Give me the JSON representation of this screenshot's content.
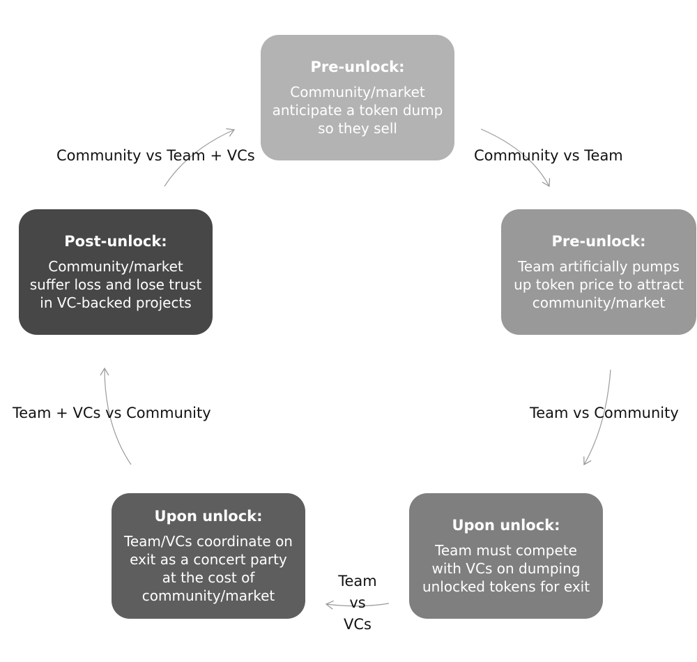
{
  "nodes": [
    {
      "id": "top",
      "title": "Pre-unlock:",
      "body": "Community/market anticipate a token dump so they sell",
      "fill": "#b3b3b3"
    },
    {
      "id": "right",
      "title": "Pre-unlock:",
      "body": "Team artificially pumps up token price to attract community/market",
      "fill": "#999999"
    },
    {
      "id": "bottom-right",
      "title": "Upon unlock:",
      "body": "Team must compete with VCs on dumping unlocked tokens for exit",
      "fill": "#7f7f7f"
    },
    {
      "id": "bottom-left",
      "title": "Upon unlock:",
      "body": "Team/VCs coordinate on exit as a concert party at the cost of community/market",
      "fill": "#5e5e5e"
    },
    {
      "id": "left",
      "title": "Post-unlock:",
      "body": "Community/market suffer loss and lose trust in VC-backed projects",
      "fill": "#474747"
    }
  ],
  "edges": [
    {
      "id": "top-to-right",
      "label": "Community vs Team"
    },
    {
      "id": "right-to-bottom-right",
      "label": "Team vs Community"
    },
    {
      "id": "bottom-right-to-bottom-left",
      "label_lines": [
        "Team",
        "vs",
        "VCs"
      ]
    },
    {
      "id": "bottom-left-to-left",
      "label": "Team + VCs vs Community"
    },
    {
      "id": "left-to-top",
      "label": "Community vs Team + VCs"
    }
  ],
  "colors": {
    "arrow": "#9a9a9a",
    "label_text": "#111111",
    "node_text": "#ffffff"
  }
}
